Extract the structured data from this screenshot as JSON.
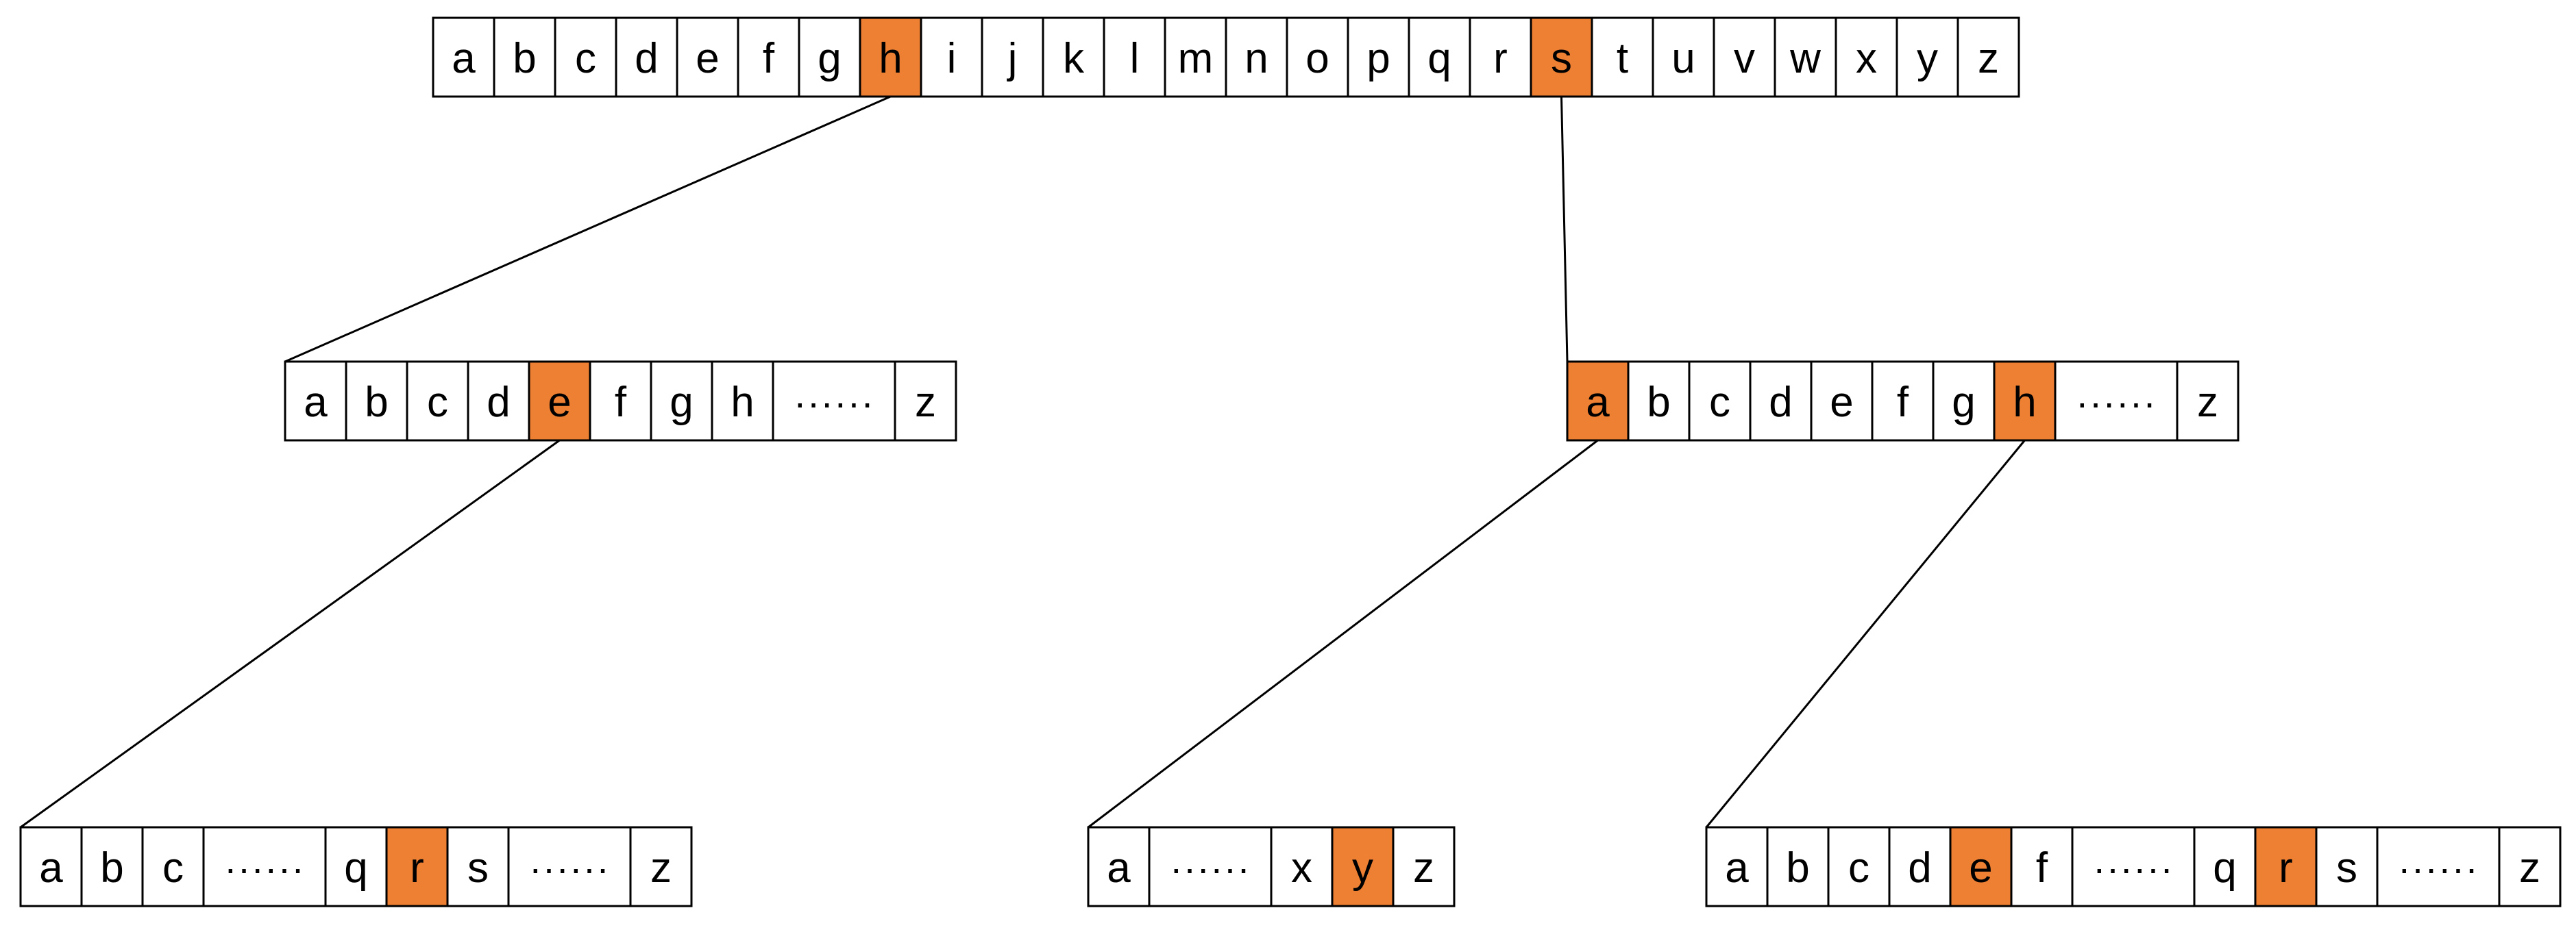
{
  "colors": {
    "highlight": "#ee8033",
    "border": "#000000",
    "background": "#ffffff"
  },
  "nodes": [
    {
      "id": "root",
      "cells": [
        {
          "label": "a",
          "highlight": false
        },
        {
          "label": "b",
          "highlight": false
        },
        {
          "label": "c",
          "highlight": false
        },
        {
          "label": "d",
          "highlight": false
        },
        {
          "label": "e",
          "highlight": false
        },
        {
          "label": "f",
          "highlight": false
        },
        {
          "label": "g",
          "highlight": false
        },
        {
          "label": "h",
          "highlight": true
        },
        {
          "label": "i",
          "highlight": false
        },
        {
          "label": "j",
          "highlight": false
        },
        {
          "label": "k",
          "highlight": false
        },
        {
          "label": "l",
          "highlight": false
        },
        {
          "label": "m",
          "highlight": false
        },
        {
          "label": "n",
          "highlight": false
        },
        {
          "label": "o",
          "highlight": false
        },
        {
          "label": "p",
          "highlight": false
        },
        {
          "label": "q",
          "highlight": false
        },
        {
          "label": "r",
          "highlight": false
        },
        {
          "label": "s",
          "highlight": true
        },
        {
          "label": "t",
          "highlight": false
        },
        {
          "label": "u",
          "highlight": false
        },
        {
          "label": "v",
          "highlight": false
        },
        {
          "label": "w",
          "highlight": false
        },
        {
          "label": "x",
          "highlight": false
        },
        {
          "label": "y",
          "highlight": false
        },
        {
          "label": "z",
          "highlight": false
        }
      ]
    },
    {
      "id": "node-h",
      "cells": [
        {
          "label": "a",
          "highlight": false
        },
        {
          "label": "b",
          "highlight": false
        },
        {
          "label": "c",
          "highlight": false
        },
        {
          "label": "d",
          "highlight": false
        },
        {
          "label": "e",
          "highlight": true
        },
        {
          "label": "f",
          "highlight": false
        },
        {
          "label": "g",
          "highlight": false
        },
        {
          "label": "h",
          "highlight": false
        },
        {
          "label": "······",
          "highlight": false
        },
        {
          "label": "z",
          "highlight": false
        }
      ]
    },
    {
      "id": "node-s",
      "cells": [
        {
          "label": "a",
          "highlight": true
        },
        {
          "label": "b",
          "highlight": false
        },
        {
          "label": "c",
          "highlight": false
        },
        {
          "label": "d",
          "highlight": false
        },
        {
          "label": "e",
          "highlight": false
        },
        {
          "label": "f",
          "highlight": false
        },
        {
          "label": "g",
          "highlight": false
        },
        {
          "label": "h",
          "highlight": true
        },
        {
          "label": "······",
          "highlight": false
        },
        {
          "label": "z",
          "highlight": false
        }
      ]
    },
    {
      "id": "node-he",
      "cells": [
        {
          "label": "a",
          "highlight": false
        },
        {
          "label": "b",
          "highlight": false
        },
        {
          "label": "c",
          "highlight": false
        },
        {
          "label": "······",
          "highlight": false
        },
        {
          "label": "q",
          "highlight": false
        },
        {
          "label": "r",
          "highlight": true
        },
        {
          "label": "s",
          "highlight": false
        },
        {
          "label": "······",
          "highlight": false
        },
        {
          "label": "z",
          "highlight": false
        }
      ]
    },
    {
      "id": "node-sa",
      "cells": [
        {
          "label": "a",
          "highlight": false
        },
        {
          "label": "······",
          "highlight": false
        },
        {
          "label": "x",
          "highlight": false
        },
        {
          "label": "y",
          "highlight": true
        },
        {
          "label": "z",
          "highlight": false
        }
      ]
    },
    {
      "id": "node-sh",
      "cells": [
        {
          "label": "a",
          "highlight": false
        },
        {
          "label": "b",
          "highlight": false
        },
        {
          "label": "c",
          "highlight": false
        },
        {
          "label": "d",
          "highlight": false
        },
        {
          "label": "e",
          "highlight": true
        },
        {
          "label": "f",
          "highlight": false
        },
        {
          "label": "······",
          "highlight": false
        },
        {
          "label": "q",
          "highlight": false
        },
        {
          "label": "r",
          "highlight": true
        },
        {
          "label": "s",
          "highlight": false
        },
        {
          "label": "······",
          "highlight": false
        },
        {
          "label": "z",
          "highlight": false
        }
      ]
    }
  ],
  "edges": [
    {
      "from": "root",
      "from_cell": 7,
      "to": "node-h"
    },
    {
      "from": "root",
      "from_cell": 18,
      "to": "node-s"
    },
    {
      "from": "node-h",
      "from_cell": 4,
      "to": "node-he"
    },
    {
      "from": "node-s",
      "from_cell": 0,
      "to": "node-sa"
    },
    {
      "from": "node-s",
      "from_cell": 7,
      "to": "node-sh"
    }
  ]
}
